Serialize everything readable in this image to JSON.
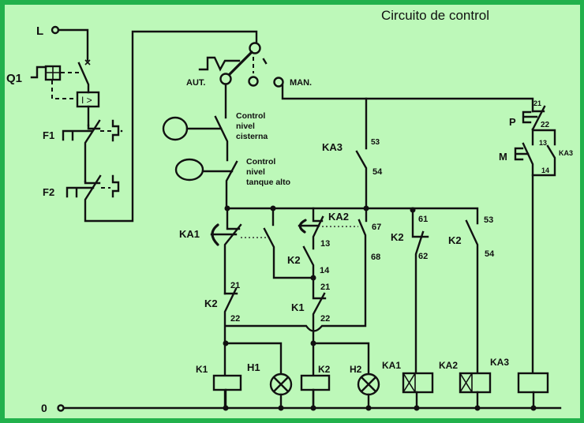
{
  "title": "Circuito de control",
  "colors": {
    "background": "#bdf8b9",
    "border": "#22b14c",
    "ink": "#111111"
  },
  "supply": {
    "line": "L",
    "neutral": "0"
  },
  "breaker": {
    "label": "Q1",
    "trip_symbol": "I >"
  },
  "overloads": [
    {
      "label": "F1"
    },
    {
      "label": "F2"
    }
  ],
  "selector": {
    "auto": "AUT.",
    "manual": "MAN."
  },
  "level_sensors": [
    {
      "lines": [
        "Control",
        "nivel",
        "cisterna"
      ]
    },
    {
      "lines": [
        "Control",
        "nivel",
        "tanque alto"
      ]
    }
  ],
  "pushbuttons": {
    "stop": {
      "label": "P",
      "t1": "21",
      "t2": "22"
    },
    "start": {
      "label": "M",
      "t1": "13",
      "t2": "14"
    }
  },
  "contacts": {
    "ka3_manual": {
      "label": "KA3",
      "t1": "53",
      "t2": "54"
    },
    "ka3_hold": {
      "label": "KA3"
    },
    "ka1_timed": {
      "label": "KA1"
    },
    "k2_nc_left": {
      "label": "K2",
      "t1": "21",
      "t2": "22"
    },
    "ka2_timed": {
      "label": "KA2"
    },
    "k2_no_mid": {
      "label": "K2",
      "t1": "13",
      "t2": "14"
    },
    "k1_nc": {
      "label": "K1",
      "t1": "21",
      "t2": "22"
    },
    "ka2_no": {
      "t1": "67",
      "t2": "68"
    },
    "k2_nc_right": {
      "label": "K2",
      "t1": "61",
      "t2": "62"
    },
    "k2_no_right": {
      "label": "K2",
      "t1": "53",
      "t2": "54"
    }
  },
  "coils": [
    {
      "label": "K1"
    },
    {
      "label": "K2"
    },
    {
      "label": "KA1"
    },
    {
      "label": "KA2"
    },
    {
      "label": "KA3"
    }
  ],
  "lamps": [
    {
      "label": "H1"
    },
    {
      "label": "H2"
    }
  ]
}
